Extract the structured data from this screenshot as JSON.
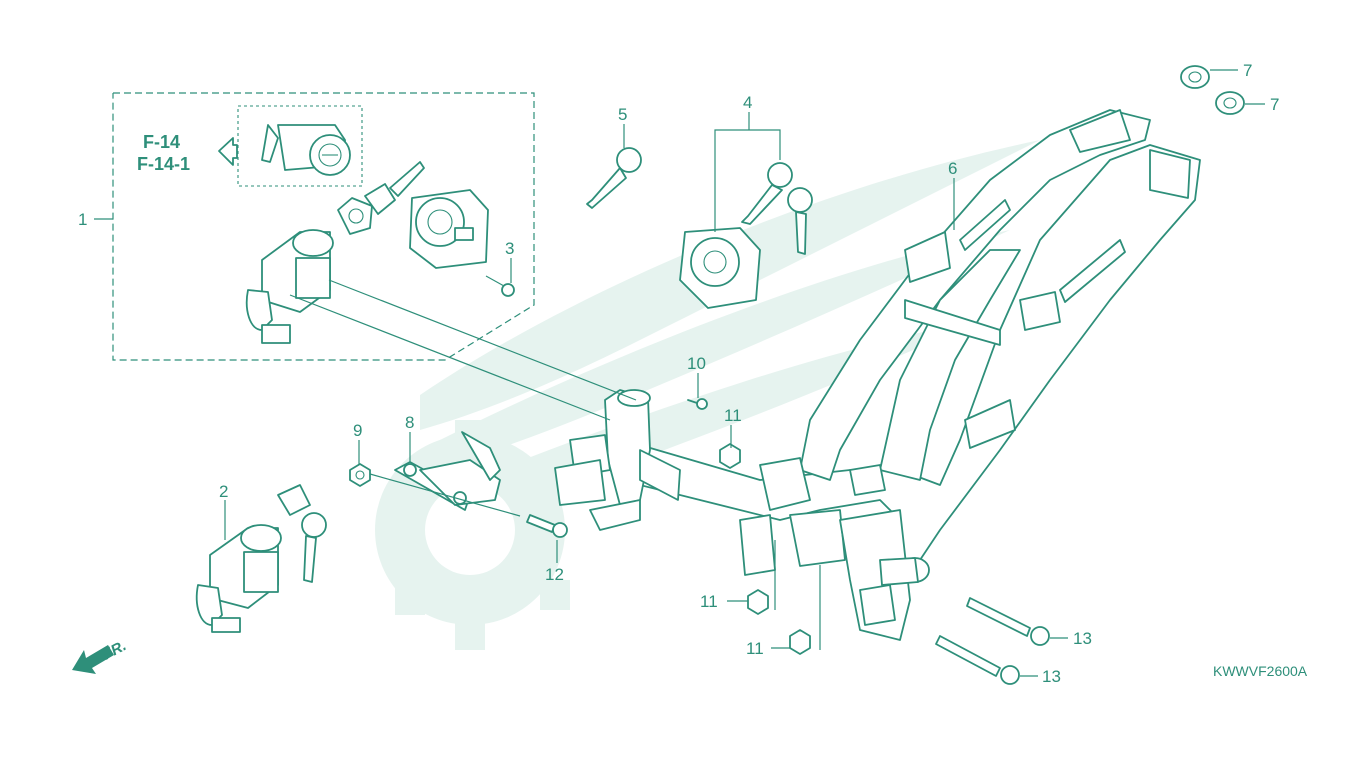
{
  "diagram": {
    "code": "KWWVF2600A",
    "direction_label": "FR.",
    "references": [
      "F-14",
      "F-14-1"
    ],
    "callouts": {
      "c1": "1",
      "c2": "2",
      "c3": "3",
      "c4": "4",
      "c5": "5",
      "c6": "6",
      "c7a": "7",
      "c7b": "7",
      "c8": "8",
      "c9": "9",
      "c10": "10",
      "c11a": "11",
      "c11b": "11",
      "c11c": "11",
      "c12": "12",
      "c13a": "13",
      "c13b": "13"
    }
  },
  "colors": {
    "line": "#2e8f7a",
    "watermark": "#e6f3ef",
    "background": "#ffffff"
  },
  "icons": [
    "arrow-left-hollow-icon",
    "front-direction-arrow-icon"
  ]
}
